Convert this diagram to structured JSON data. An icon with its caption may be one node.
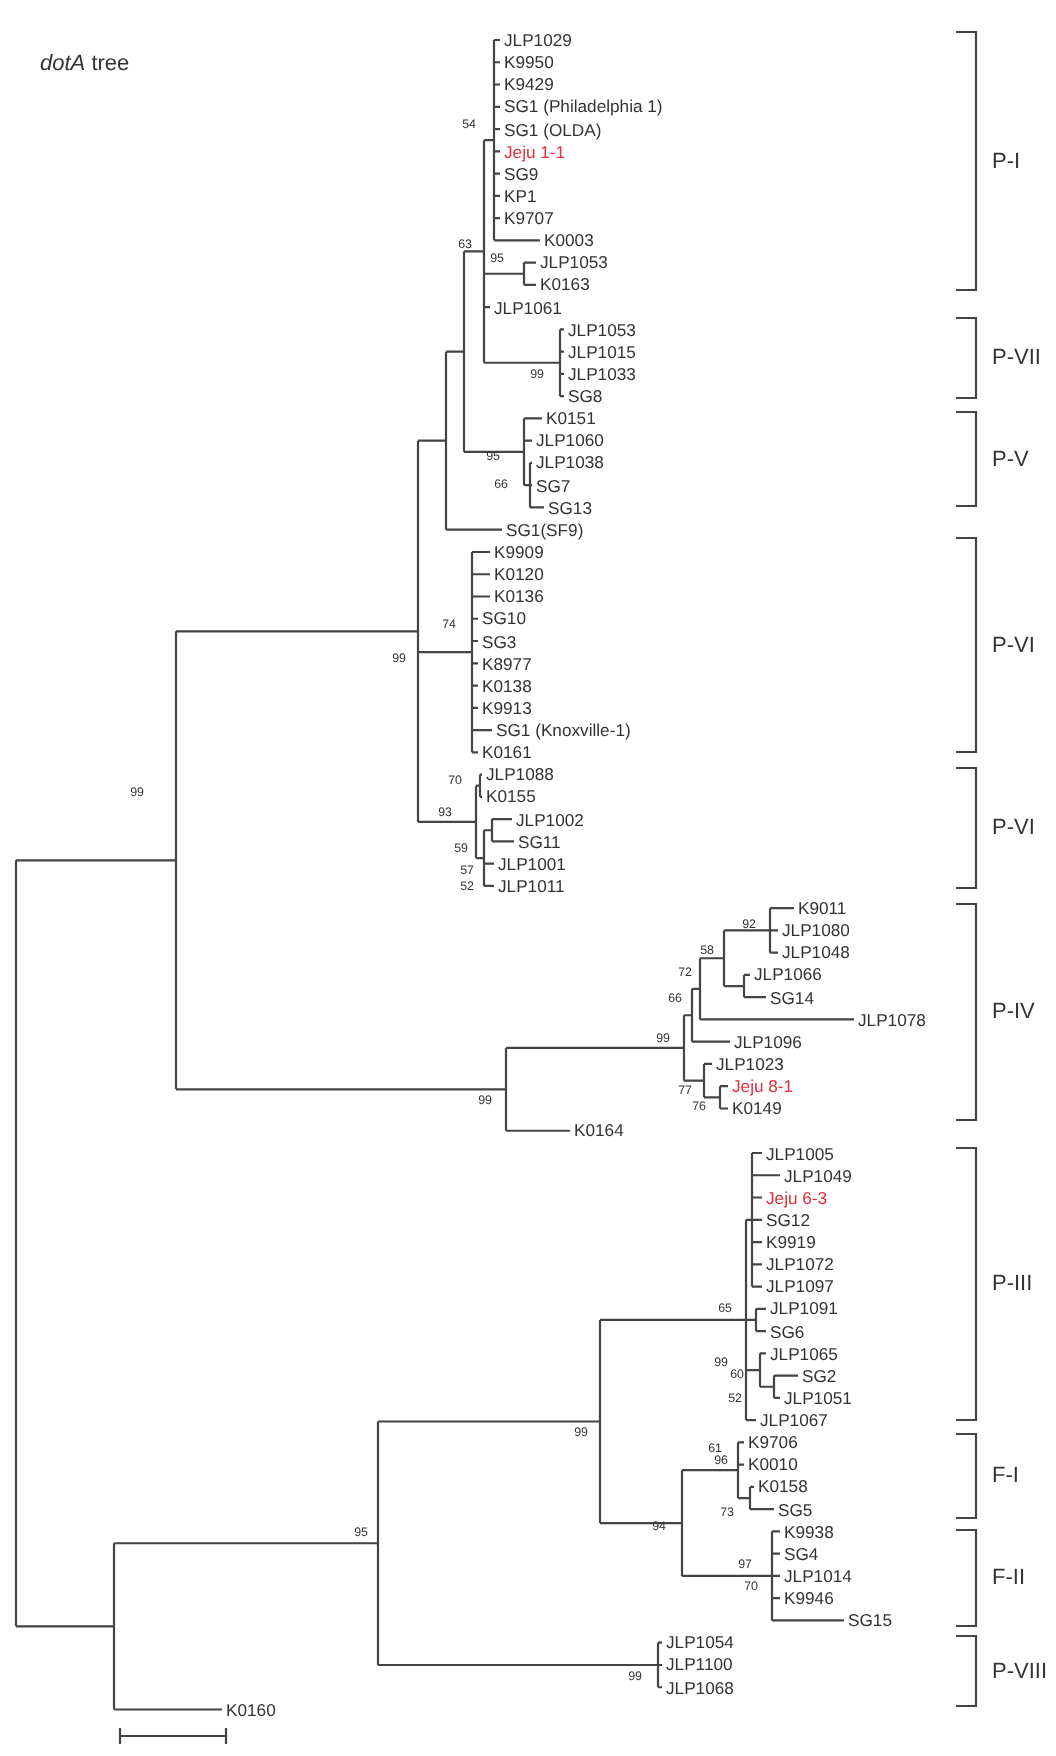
{
  "diagram": {
    "title": "*dotA* tree",
    "labels": [
      "JLP1029",
      "K9950",
      "K9429",
      "SG1 (Philadelphia 1)",
      "SG1 (OLDA)",
      "Jeju 1-1",
      "SG9",
      "KP1",
      "K9707",
      "K0003",
      "JLP1053",
      "K0163",
      "JLP1061",
      "JLP1053",
      "JLP1015",
      "JLP1033",
      "SG8",
      "K0151",
      "JLP1060",
      "JLP1038",
      "SG7",
      "SG13",
      "SG1(SF9)",
      "K9909",
      "K0120",
      "K0136",
      "SG10",
      "SG3",
      "K8977",
      "K0138",
      "K9913",
      "SG1 (Knoxville-1)",
      "K0161",
      "JLP1088",
      "K0155",
      "JLP1002",
      "SG11",
      "JLP1001",
      "JLP1011",
      "K9011",
      "JLP1080",
      "JLP1048",
      "JLP1066",
      "SG14",
      "JLP1078",
      "JLP1096",
      "JLP1023",
      "Jeju 8-1",
      "K0149",
      "K0164",
      "JLP1005",
      "JLP1049",
      "Jeju 6-3",
      "SG12",
      "K9919",
      "JLP1072",
      "JLP1097",
      "JLP1091",
      "SG6",
      "JLP1065",
      "SG2",
      "JLP1051",
      "JLP1067",
      "K9706",
      "K0010",
      "K0158",
      "SG5",
      "K9938",
      "SG4",
      "JLP1014",
      "K9946",
      "SG15",
      "JLP1054",
      "JLP1100",
      "JLP1068",
      "K0160",
      "54",
      "63",
      "95",
      "99",
      "95",
      "66",
      "74",
      "99",
      "70",
      "99",
      "93",
      "59",
      "57",
      "52",
      "92",
      "58",
      "72",
      "66",
      "99",
      "77",
      "99",
      "76",
      "65",
      "99",
      "60",
      "52",
      "99",
      "61",
      "96",
      "73",
      "94",
      "95",
      "97",
      "70",
      "99",
      "P-I",
      "P-VII",
      "P-V",
      "P-VI",
      "P-VI",
      "P-IV",
      "P-III",
      "F-I",
      "F-II",
      "P-VIII"
    ]
  }
}
